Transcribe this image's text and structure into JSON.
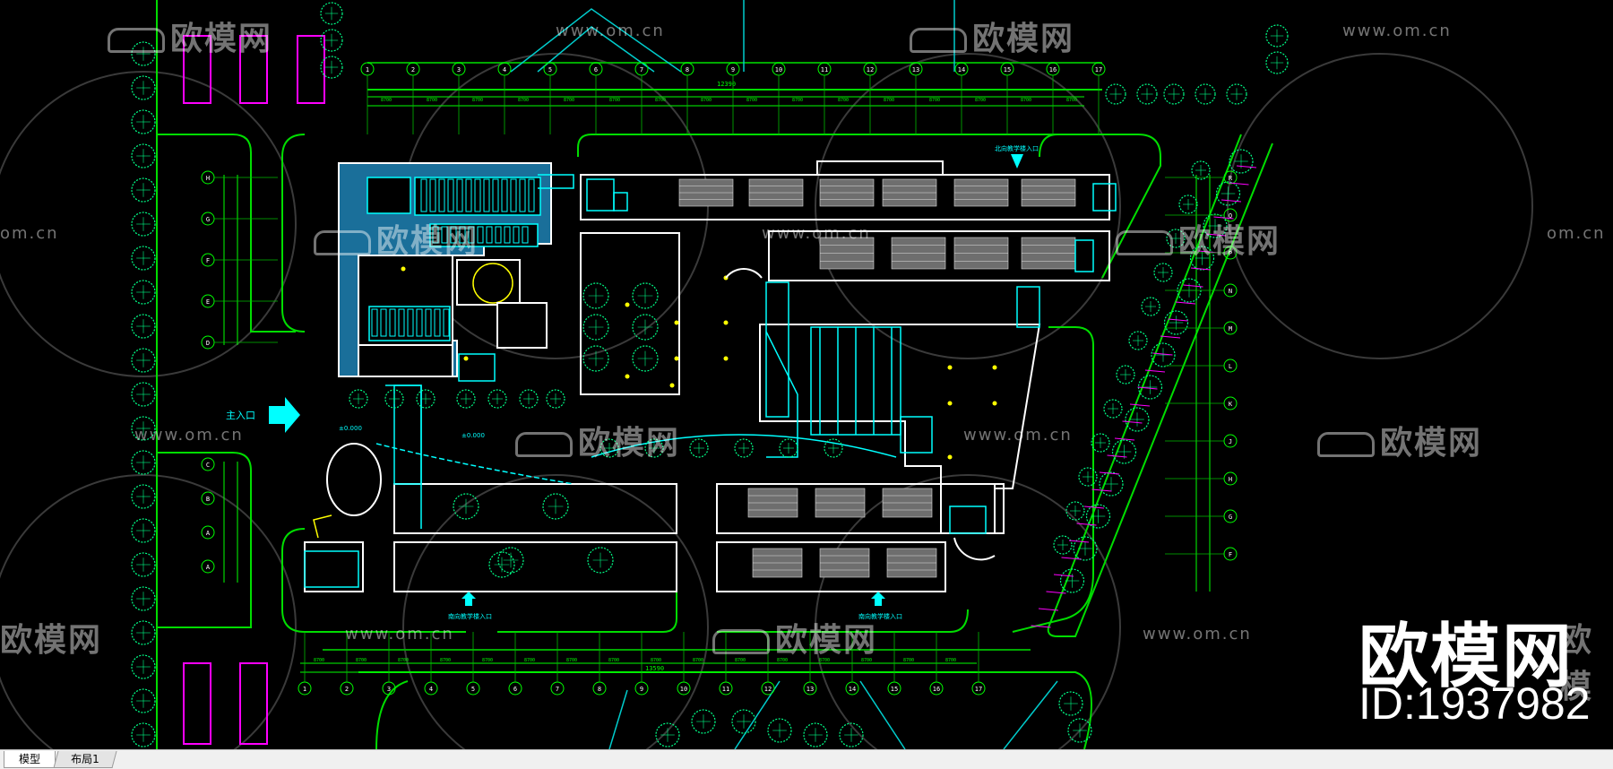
{
  "watermarks": {
    "url": "www.om.cn",
    "url_fragment": "om.cn",
    "logo_text": "欧模网",
    "logo_fragment": "欧模"
  },
  "brand": {
    "name": "欧模网",
    "id_label": "ID:1937982"
  },
  "drawing": {
    "entrance_main": "主入口",
    "entrance_secondary": "南向教学楼入口",
    "entrance_north": "北向教学楼入口",
    "dim_total_top": "12390",
    "dim_total_bottom": "13590",
    "dim_segment": "8700",
    "level_mark": "±0.000",
    "grid_axes_top": [
      "1",
      "2",
      "3",
      "4",
      "5",
      "6",
      "7",
      "8",
      "9",
      "10",
      "11",
      "12",
      "13",
      "14",
      "15",
      "16",
      "17"
    ],
    "grid_axes_left": [
      "H",
      "G",
      "F",
      "E",
      "D"
    ],
    "grid_axes_left_lower": [
      "C",
      "B",
      "A",
      "A"
    ],
    "grid_axes_right": [
      "R",
      "Q",
      "P",
      "N",
      "M",
      "L",
      "K",
      "J",
      "H",
      "G",
      "F"
    ],
    "colors": {
      "background": "#000000",
      "green": "#00ff00",
      "cyan": "#00ffff",
      "white": "#ffffff",
      "yellow": "#ffff00",
      "magenta": "#ff00ff",
      "blue": "#1e90ff"
    }
  },
  "tabs": [
    {
      "label": "模型"
    },
    {
      "label": "布局1"
    }
  ]
}
